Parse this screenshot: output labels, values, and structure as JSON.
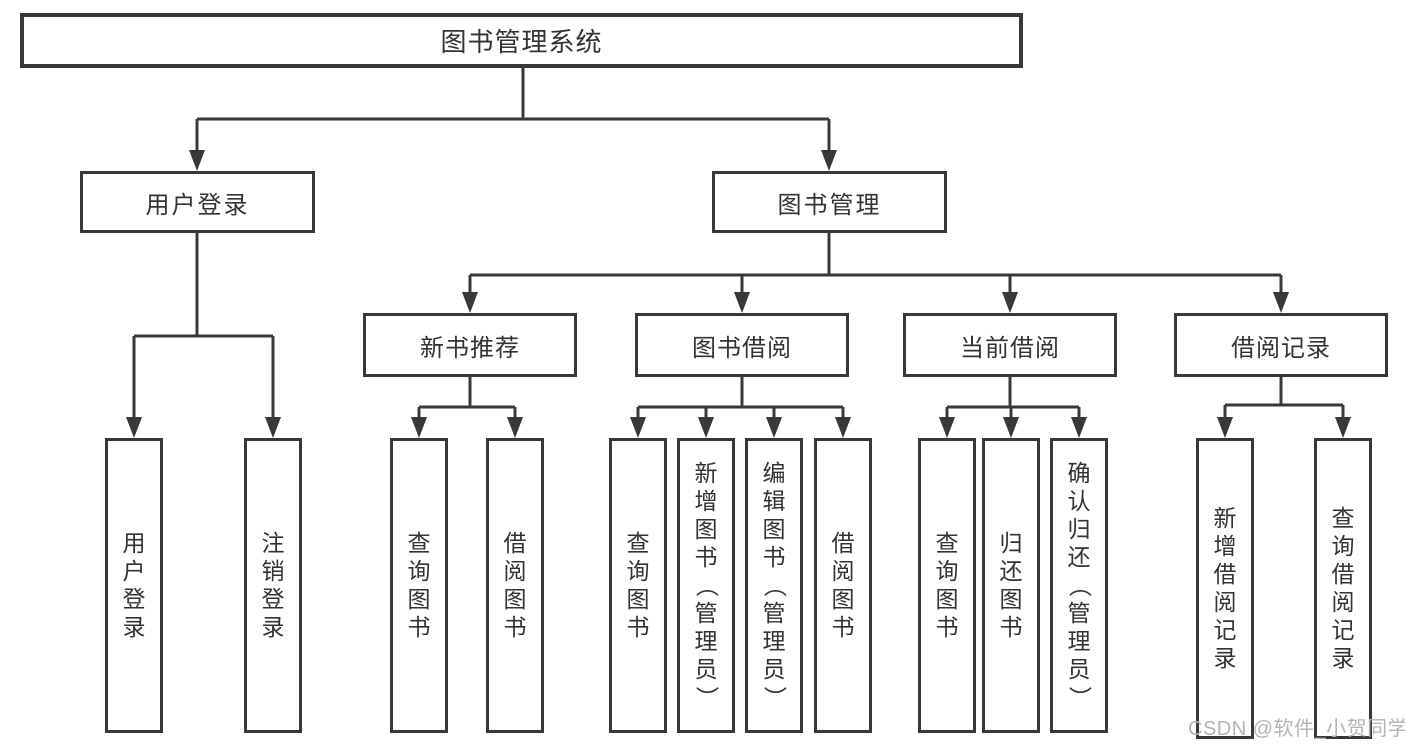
{
  "tree": {
    "label": "图书管理系统",
    "children": [
      {
        "label": "用户登录",
        "children": [
          {
            "label": "用户登录"
          },
          {
            "label": "注销登录"
          }
        ]
      },
      {
        "label": "图书管理",
        "children": [
          {
            "label": "新书推荐",
            "children": [
              {
                "label": "查询图书"
              },
              {
                "label": "借阅图书"
              }
            ]
          },
          {
            "label": "图书借阅",
            "children": [
              {
                "label": "查询图书"
              },
              {
                "label": "新增图书（管理员）"
              },
              {
                "label": "编辑图书（管理员）"
              },
              {
                "label": "借阅图书"
              }
            ]
          },
          {
            "label": "当前借阅",
            "children": [
              {
                "label": "查询图书"
              },
              {
                "label": "归还图书"
              },
              {
                "label": "确认归还（管理员）"
              }
            ]
          },
          {
            "label": "借阅记录",
            "children": [
              {
                "label": "新增借阅记录"
              },
              {
                "label": "查询借阅记录"
              }
            ]
          }
        ]
      }
    ]
  },
  "watermark": {
    "text": "CSDN @软件_小贺同学"
  },
  "colors": {
    "line": "#383838",
    "text": "#333333",
    "background": "#ffffff",
    "watermark": "#b4b4b8"
  }
}
